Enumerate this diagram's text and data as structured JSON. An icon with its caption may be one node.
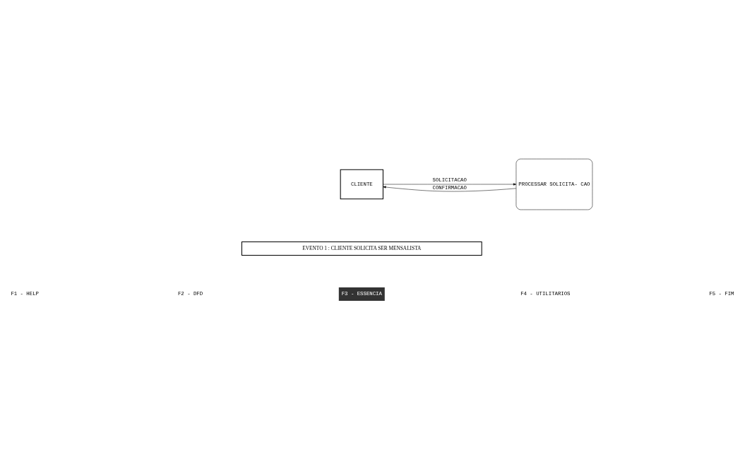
{
  "diagram": {
    "nodes": [
      {
        "text": [
          "CLIENTE"
        ]
      },
      {
        "text": [
          "PROCESSAR SOLICITA- CAO"
        ]
      },
      {
        "text": [
          "EVENTO 1 : CLIENTE SOLICITA SER MENSALISTA"
        ]
      }
    ],
    "edges": [
      {
        "from": 0,
        "to": 1,
        "arrow": "to",
        "label": "SOLICITACAO"
      },
      {
        "from": 1,
        "to": 0,
        "arrow": "to",
        "label": "CONFIRMACAO"
      }
    ],
    "labels": [
      "F1 - HELP",
      "F2 - DFD",
      "F3 - ESSENCIA",
      "F4 - UTILITARIOS",
      "F5 - FIM"
    ]
  }
}
